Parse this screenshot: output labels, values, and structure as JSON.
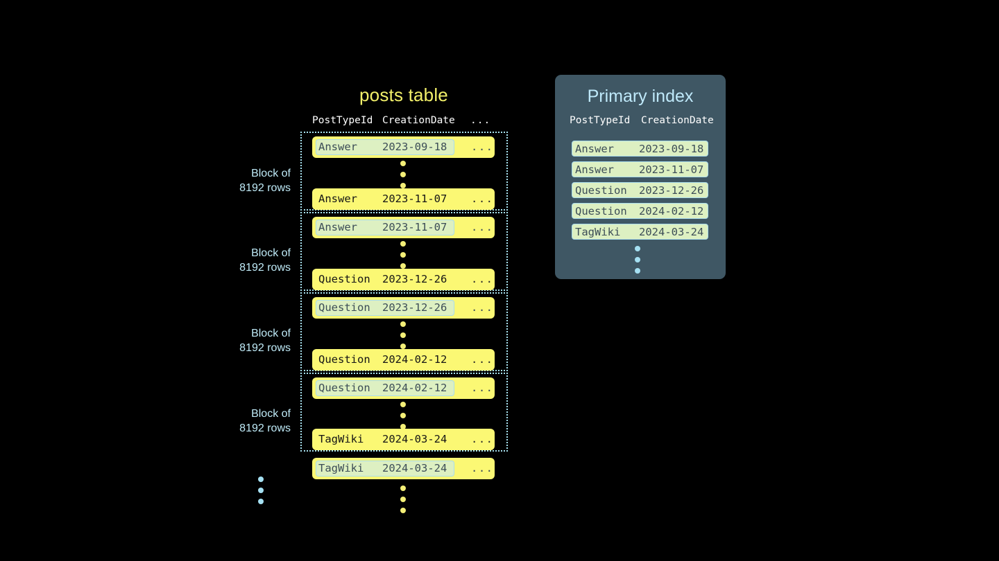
{
  "posts_table": {
    "title": "posts table",
    "columns": [
      "PostTypeId",
      "CreationDate",
      "..."
    ],
    "blocks": [
      {
        "label_line1": "Block of",
        "label_line2": "8192 rows",
        "first_row": {
          "type": "Answer",
          "date": "2023-09-18",
          "more": "...",
          "highlighted": true
        },
        "last_row": {
          "type": "Answer",
          "date": "2023-11-07",
          "more": "...",
          "highlighted": false
        }
      },
      {
        "label_line1": "Block of",
        "label_line2": "8192 rows",
        "first_row": {
          "type": "Answer",
          "date": "2023-11-07",
          "more": "...",
          "highlighted": true
        },
        "last_row": {
          "type": "Question",
          "date": "2023-12-26",
          "more": "...",
          "highlighted": false
        }
      },
      {
        "label_line1": "Block of",
        "label_line2": "8192 rows",
        "first_row": {
          "type": "Question",
          "date": "2023-12-26",
          "more": "...",
          "highlighted": true
        },
        "last_row": {
          "type": "Question",
          "date": "2024-02-12",
          "more": "...",
          "highlighted": false
        }
      },
      {
        "label_line1": "Block of",
        "label_line2": "8192 rows",
        "first_row": {
          "type": "Question",
          "date": "2024-02-12",
          "more": "...",
          "highlighted": true
        },
        "last_row": {
          "type": "TagWiki",
          "date": "2024-03-24",
          "more": "...",
          "highlighted": false
        }
      }
    ],
    "trailing_row": {
      "type": "TagWiki",
      "date": "2024-03-24",
      "more": "...",
      "highlighted": true
    }
  },
  "primary_index": {
    "title": "Primary index",
    "columns": [
      "PostTypeId",
      "CreationDate"
    ],
    "entries": [
      {
        "type": "Answer",
        "date": "2023-09-18"
      },
      {
        "type": "Answer",
        "date": "2023-11-07"
      },
      {
        "type": "Question",
        "date": "2023-12-26"
      },
      {
        "type": "Question",
        "date": "2024-02-12"
      },
      {
        "type": "TagWiki",
        "date": "2024-03-24"
      }
    ]
  },
  "colors": {
    "background": "#000000",
    "row_yellow": "#fbf874",
    "highlight_green": "#ddf0c2",
    "highlight_border": "#a9dced",
    "accent_blue": "#bfe9fa",
    "panel_slate": "#3f5764",
    "title_yellow": "#f2f06a"
  }
}
